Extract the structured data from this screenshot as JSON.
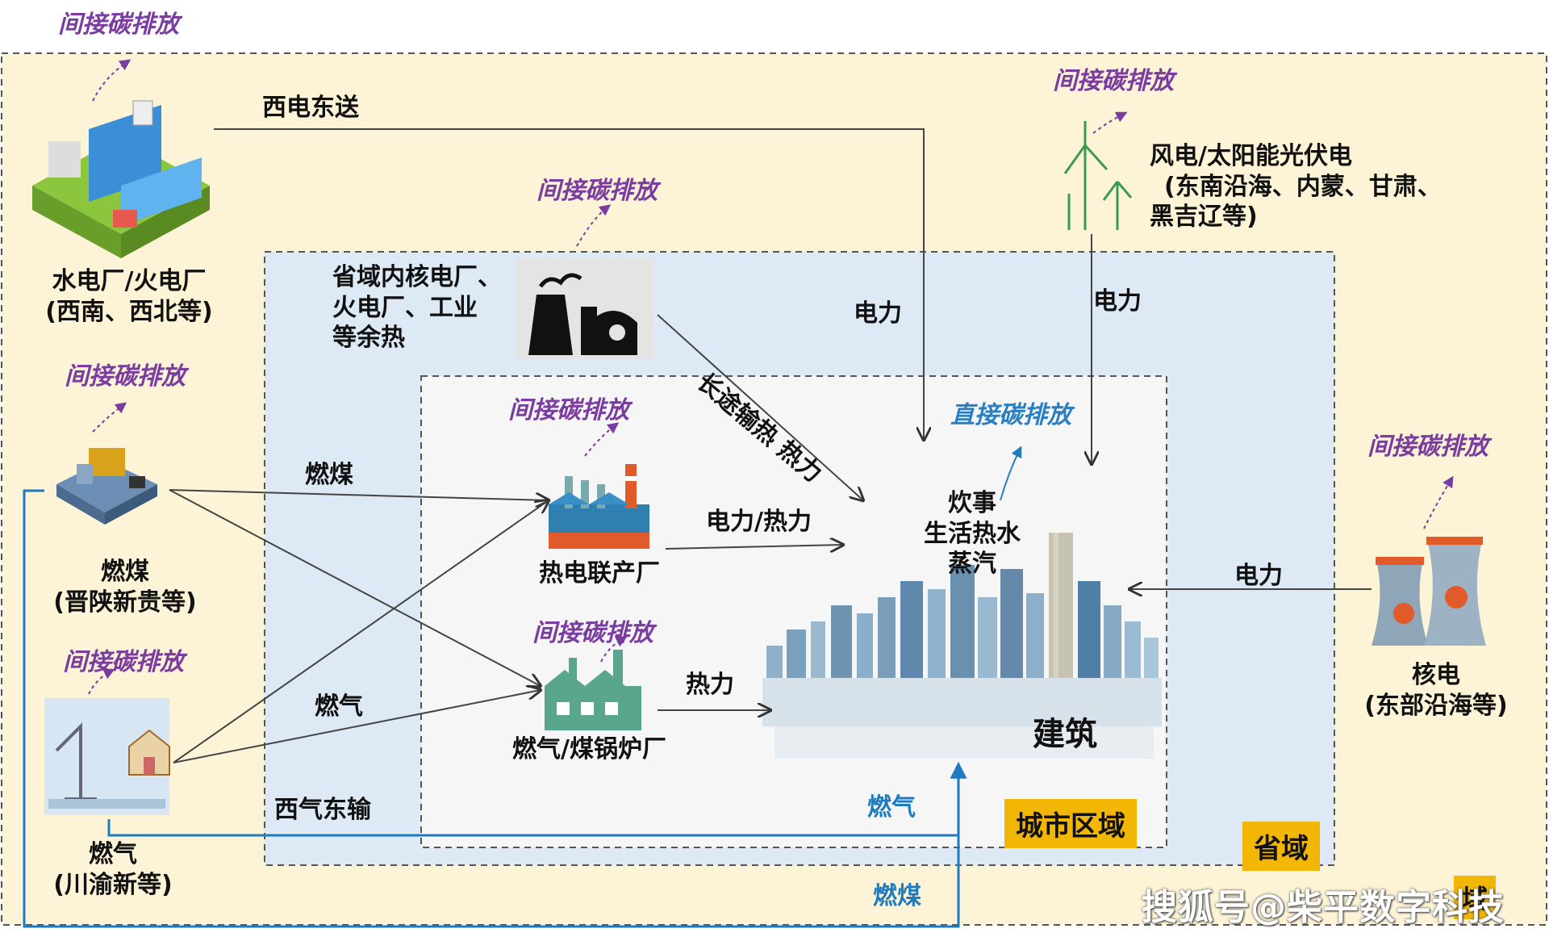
{
  "regions": {
    "province_label": "省域",
    "city_label": "城市区域",
    "corner_label": "域"
  },
  "labels": {
    "indirect_emission": "间接碳排放",
    "direct_emission": "直接碳排放",
    "west_east_power": "西电东送",
    "west_east_gas": "西气东输",
    "hydro_thermal_line1": "水电厂/火电厂",
    "hydro_thermal_line2": "(西南、西北等)",
    "coal_source_line1": "燃煤",
    "coal_source_line2": "(晋陕新贵等)",
    "gas_source_line1": "燃气",
    "gas_source_line2": "(川渝新等)",
    "wind_solar_line1": "风电/太阳能光伏电",
    "wind_solar_line2": "(东南沿海、内蒙、甘肃、",
    "wind_solar_line3": "黑吉辽等)",
    "nuclear_line1": "核电",
    "nuclear_line2": "(东部沿海等)",
    "in_province_line1": "省域内核电厂、",
    "in_province_line2": "火电厂、工业",
    "in_province_line3": "等余热",
    "chp_plant": "热电联产厂",
    "boiler_plant": "燃气/煤锅炉厂",
    "building": "建筑",
    "uses_line1": "炊事",
    "uses_line2": "生活热水",
    "uses_line3": "蒸汽",
    "electricity": "电力",
    "heat": "热力",
    "electricity_heat": "电力/热力",
    "long_distance_heat": "长途输热 热力",
    "coal": "燃煤",
    "gas": "燃气"
  },
  "watermark": "搜狐号@柴平数字科技",
  "colors": {
    "province_fill": "#fdf3d6",
    "region_fill": "#dde9f5",
    "city_fill": "#f6f6f6",
    "badge": "#f2b705",
    "indirect_text": "#7a3c9e",
    "direct_text": "#2a7fc1",
    "blue_line": "#1e7bbf"
  },
  "icons": [
    "hydro-dam-icon",
    "coal-mine-icon",
    "gas-field-icon",
    "nuclear-plant-silhouette-icon",
    "chp-factory-icon",
    "boiler-plant-icon",
    "wind-turbine-icon",
    "nuclear-cooling-tower-icon",
    "city-skyline-icon"
  ]
}
